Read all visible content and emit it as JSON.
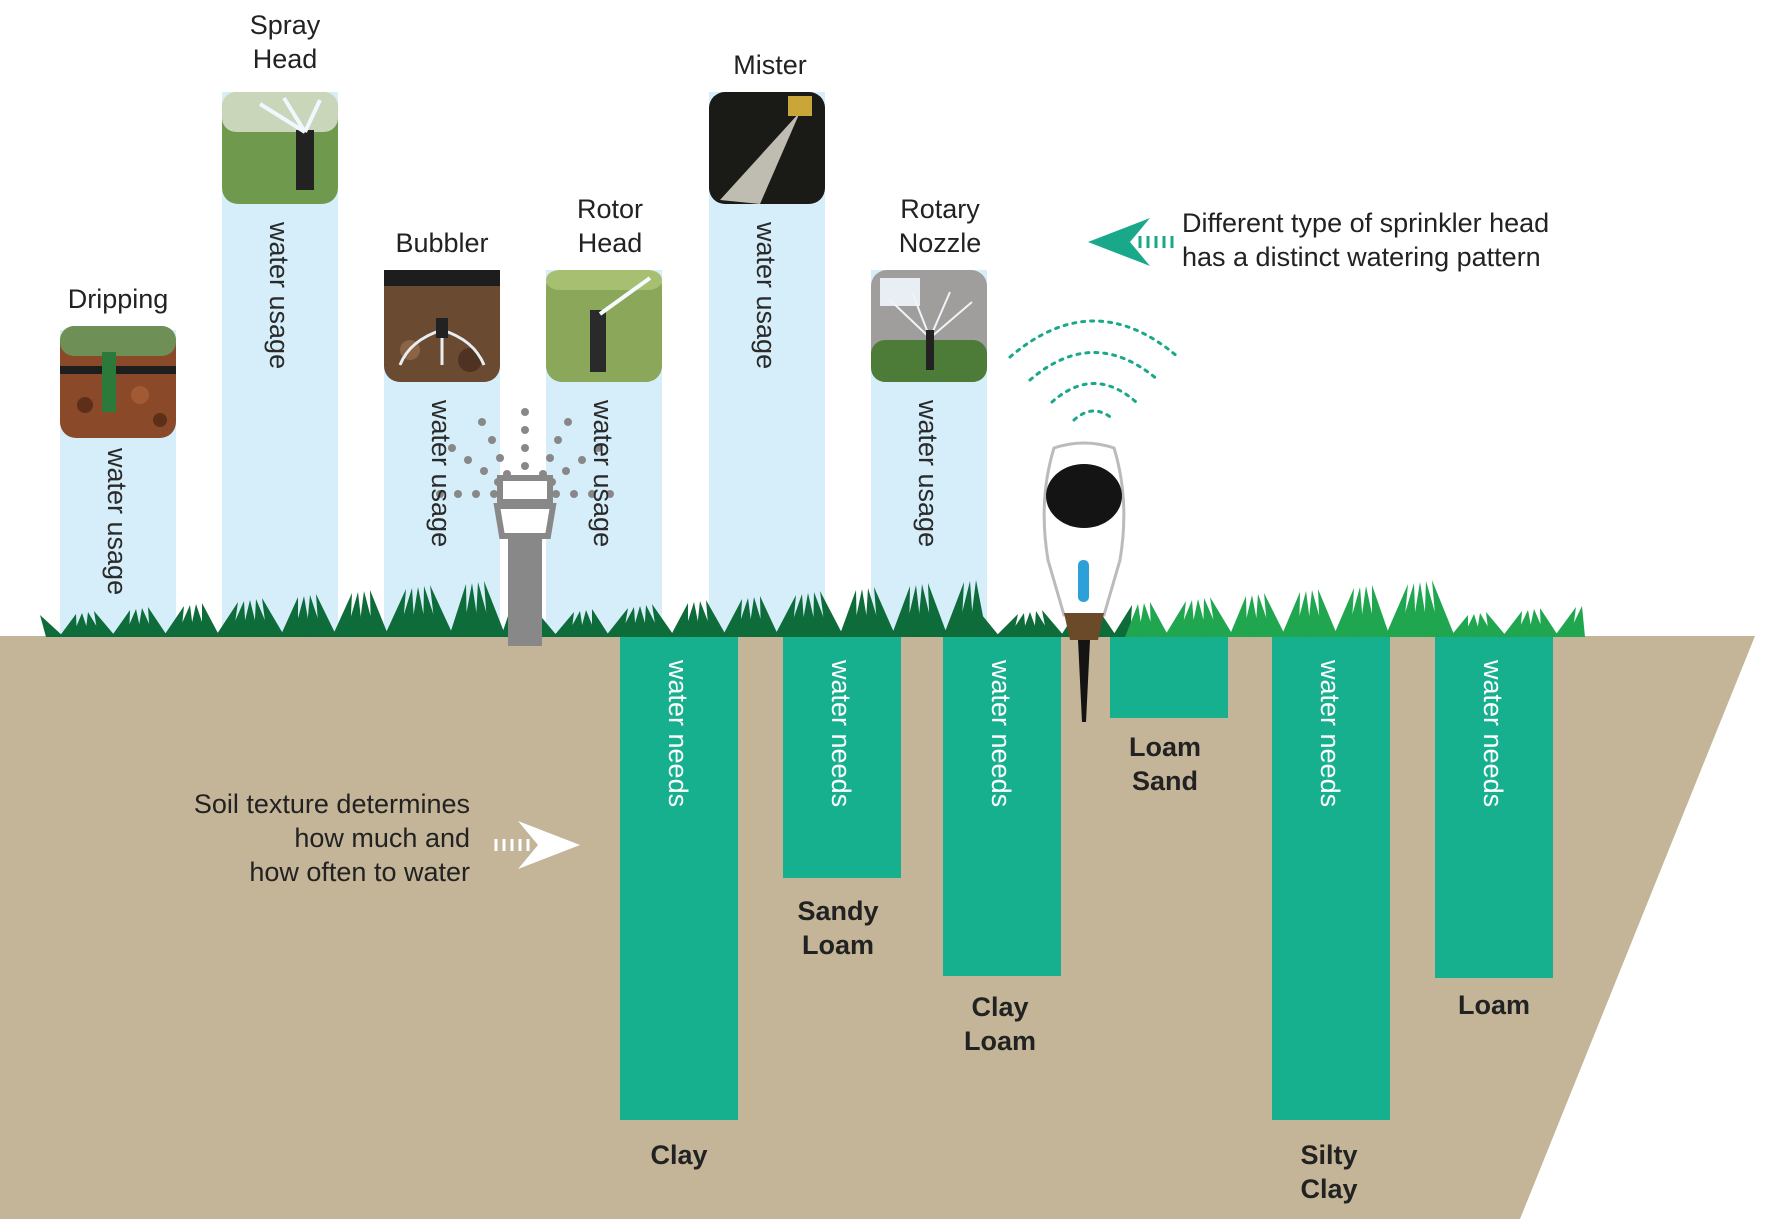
{
  "colors": {
    "usage_bar": "#d6eefa",
    "needs_bar": "#17b08f",
    "soil": "#c4b599",
    "grass_dark": "#0e6b3a",
    "grass_light": "#1fa64f",
    "accent": "#19a889",
    "sprinkler": "#888888"
  },
  "sprinkler_heads": [
    {
      "label": "Dripping",
      "bar_label": "water usage",
      "icon": "drip-emitter-photo"
    },
    {
      "label": "Spray\nHead",
      "bar_label": "water usage",
      "icon": "spray-head-photo"
    },
    {
      "label": "Bubbler",
      "bar_label": "water usage",
      "icon": "bubbler-photo"
    },
    {
      "label": "Rotor\nHead",
      "bar_label": "water usage",
      "icon": "rotor-head-photo"
    },
    {
      "label": "Mister",
      "bar_label": "water usage",
      "icon": "mister-photo"
    },
    {
      "label": "Rotary\nNozzle",
      "bar_label": "water usage",
      "icon": "rotary-nozzle-photo"
    }
  ],
  "soil_types": [
    {
      "label": "Clay",
      "bar_label": "water needs"
    },
    {
      "label": "Sandy\nLoam",
      "bar_label": "water needs"
    },
    {
      "label": "Clay\nLoam",
      "bar_label": "water needs"
    },
    {
      "label": "Loam\nSand",
      "bar_label": ""
    },
    {
      "label": "Silty\nClay",
      "bar_label": "water needs"
    },
    {
      "label": "Loam",
      "bar_label": "water needs"
    }
  ],
  "notes": {
    "sprinkler_note": "Different type of sprinkler head\nhas a distinct watering pattern",
    "soil_note": "Soil texture determines\nhow much and\nhow often to water"
  },
  "icons": {
    "sprinkler": "pop-up-sprinkler-icon",
    "sensor": "soil-moisture-sensor-icon",
    "wifi": "wireless-signal-icon",
    "arrow_left": "arrow-left-icon",
    "arrow_right": "arrow-right-icon"
  }
}
